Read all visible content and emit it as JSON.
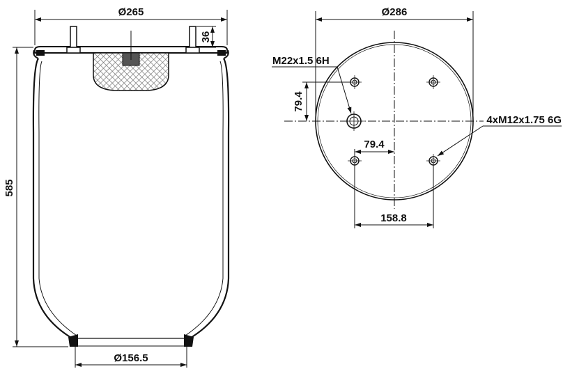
{
  "side_view": {
    "top_diameter": "Ø265",
    "height": "585",
    "stud_height": "36",
    "bottom_diameter": "Ø156.5"
  },
  "top_view": {
    "diameter": "Ø286",
    "center_thread": "M22x1.5 6H",
    "vertical_offset": "79.4",
    "horizontal_offset": "79.4",
    "hole_spacing": "158.8",
    "hole_thread": "4xM12x1.75 6G"
  }
}
